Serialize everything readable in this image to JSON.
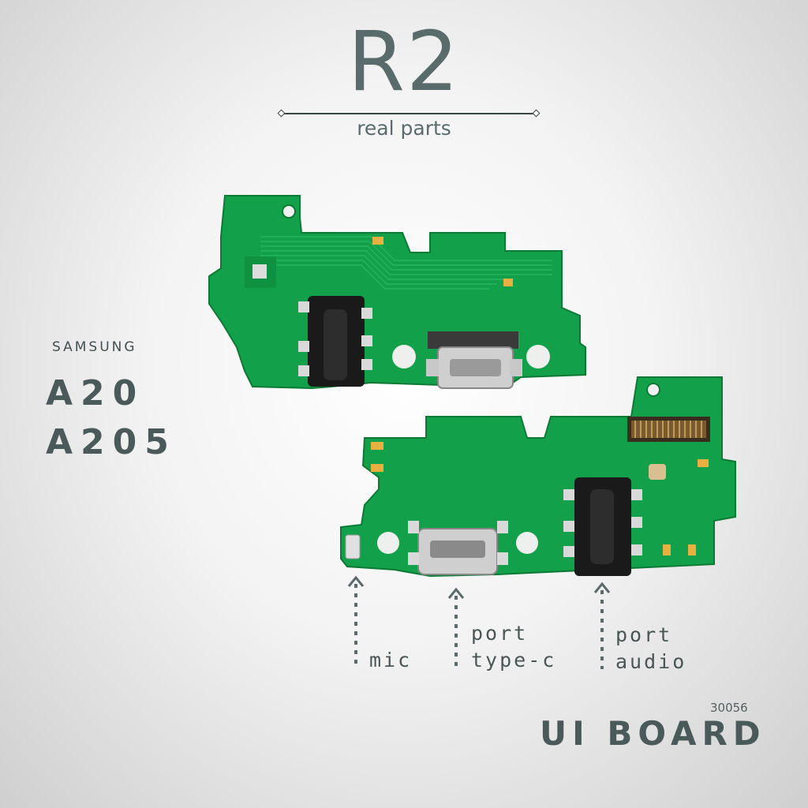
{
  "header": {
    "brand": "R2",
    "tagline": "real parts"
  },
  "product": {
    "manufacturer": "SAMSUNG",
    "models": [
      "A20",
      "A205"
    ],
    "code": "30056",
    "name": "UI BOARD"
  },
  "callouts": {
    "mic": "mic",
    "port_typec": [
      "port",
      "type-c"
    ],
    "port_audio": [
      "port",
      "audio"
    ]
  },
  "colors": {
    "pcb": "#12a04a",
    "pcb_dark": "#0c8a3c",
    "text": "#4a5a5a"
  }
}
